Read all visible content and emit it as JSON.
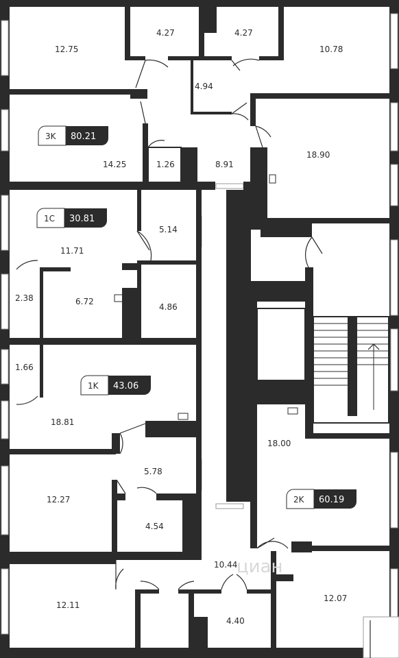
{
  "rooms": [
    {
      "id": "r1",
      "area": "12.75"
    },
    {
      "id": "r2",
      "area": "4.27"
    },
    {
      "id": "r3",
      "area": "4.27"
    },
    {
      "id": "r4",
      "area": "10.78"
    },
    {
      "id": "r5",
      "area": "4.94"
    },
    {
      "id": "r6",
      "area": "14.25"
    },
    {
      "id": "r7",
      "area": "1.26"
    },
    {
      "id": "r8",
      "area": "8.91"
    },
    {
      "id": "r9",
      "area": "18.90"
    },
    {
      "id": "r10",
      "area": "5.14"
    },
    {
      "id": "r11",
      "area": "11.71"
    },
    {
      "id": "r12",
      "area": "2.38"
    },
    {
      "id": "r13",
      "area": "6.72"
    },
    {
      "id": "r14",
      "area": "4.86"
    },
    {
      "id": "r15",
      "area": "1.66"
    },
    {
      "id": "r16",
      "area": "18.81"
    },
    {
      "id": "r17",
      "area": "18.00"
    },
    {
      "id": "r18",
      "area": "5.78"
    },
    {
      "id": "r19",
      "area": "12.27"
    },
    {
      "id": "r20",
      "area": "4.54"
    },
    {
      "id": "r21",
      "area": "10.44"
    },
    {
      "id": "r22",
      "area": "12.11"
    },
    {
      "id": "r23",
      "area": "4.40"
    },
    {
      "id": "r24",
      "area": "12.07"
    }
  ],
  "apartments": [
    {
      "type": "3K",
      "total": "80.21"
    },
    {
      "type": "1C",
      "total": "30.81"
    },
    {
      "type": "1K",
      "total": "43.06"
    },
    {
      "type": "2K",
      "total": "60.19"
    }
  ],
  "watermark": "циан"
}
